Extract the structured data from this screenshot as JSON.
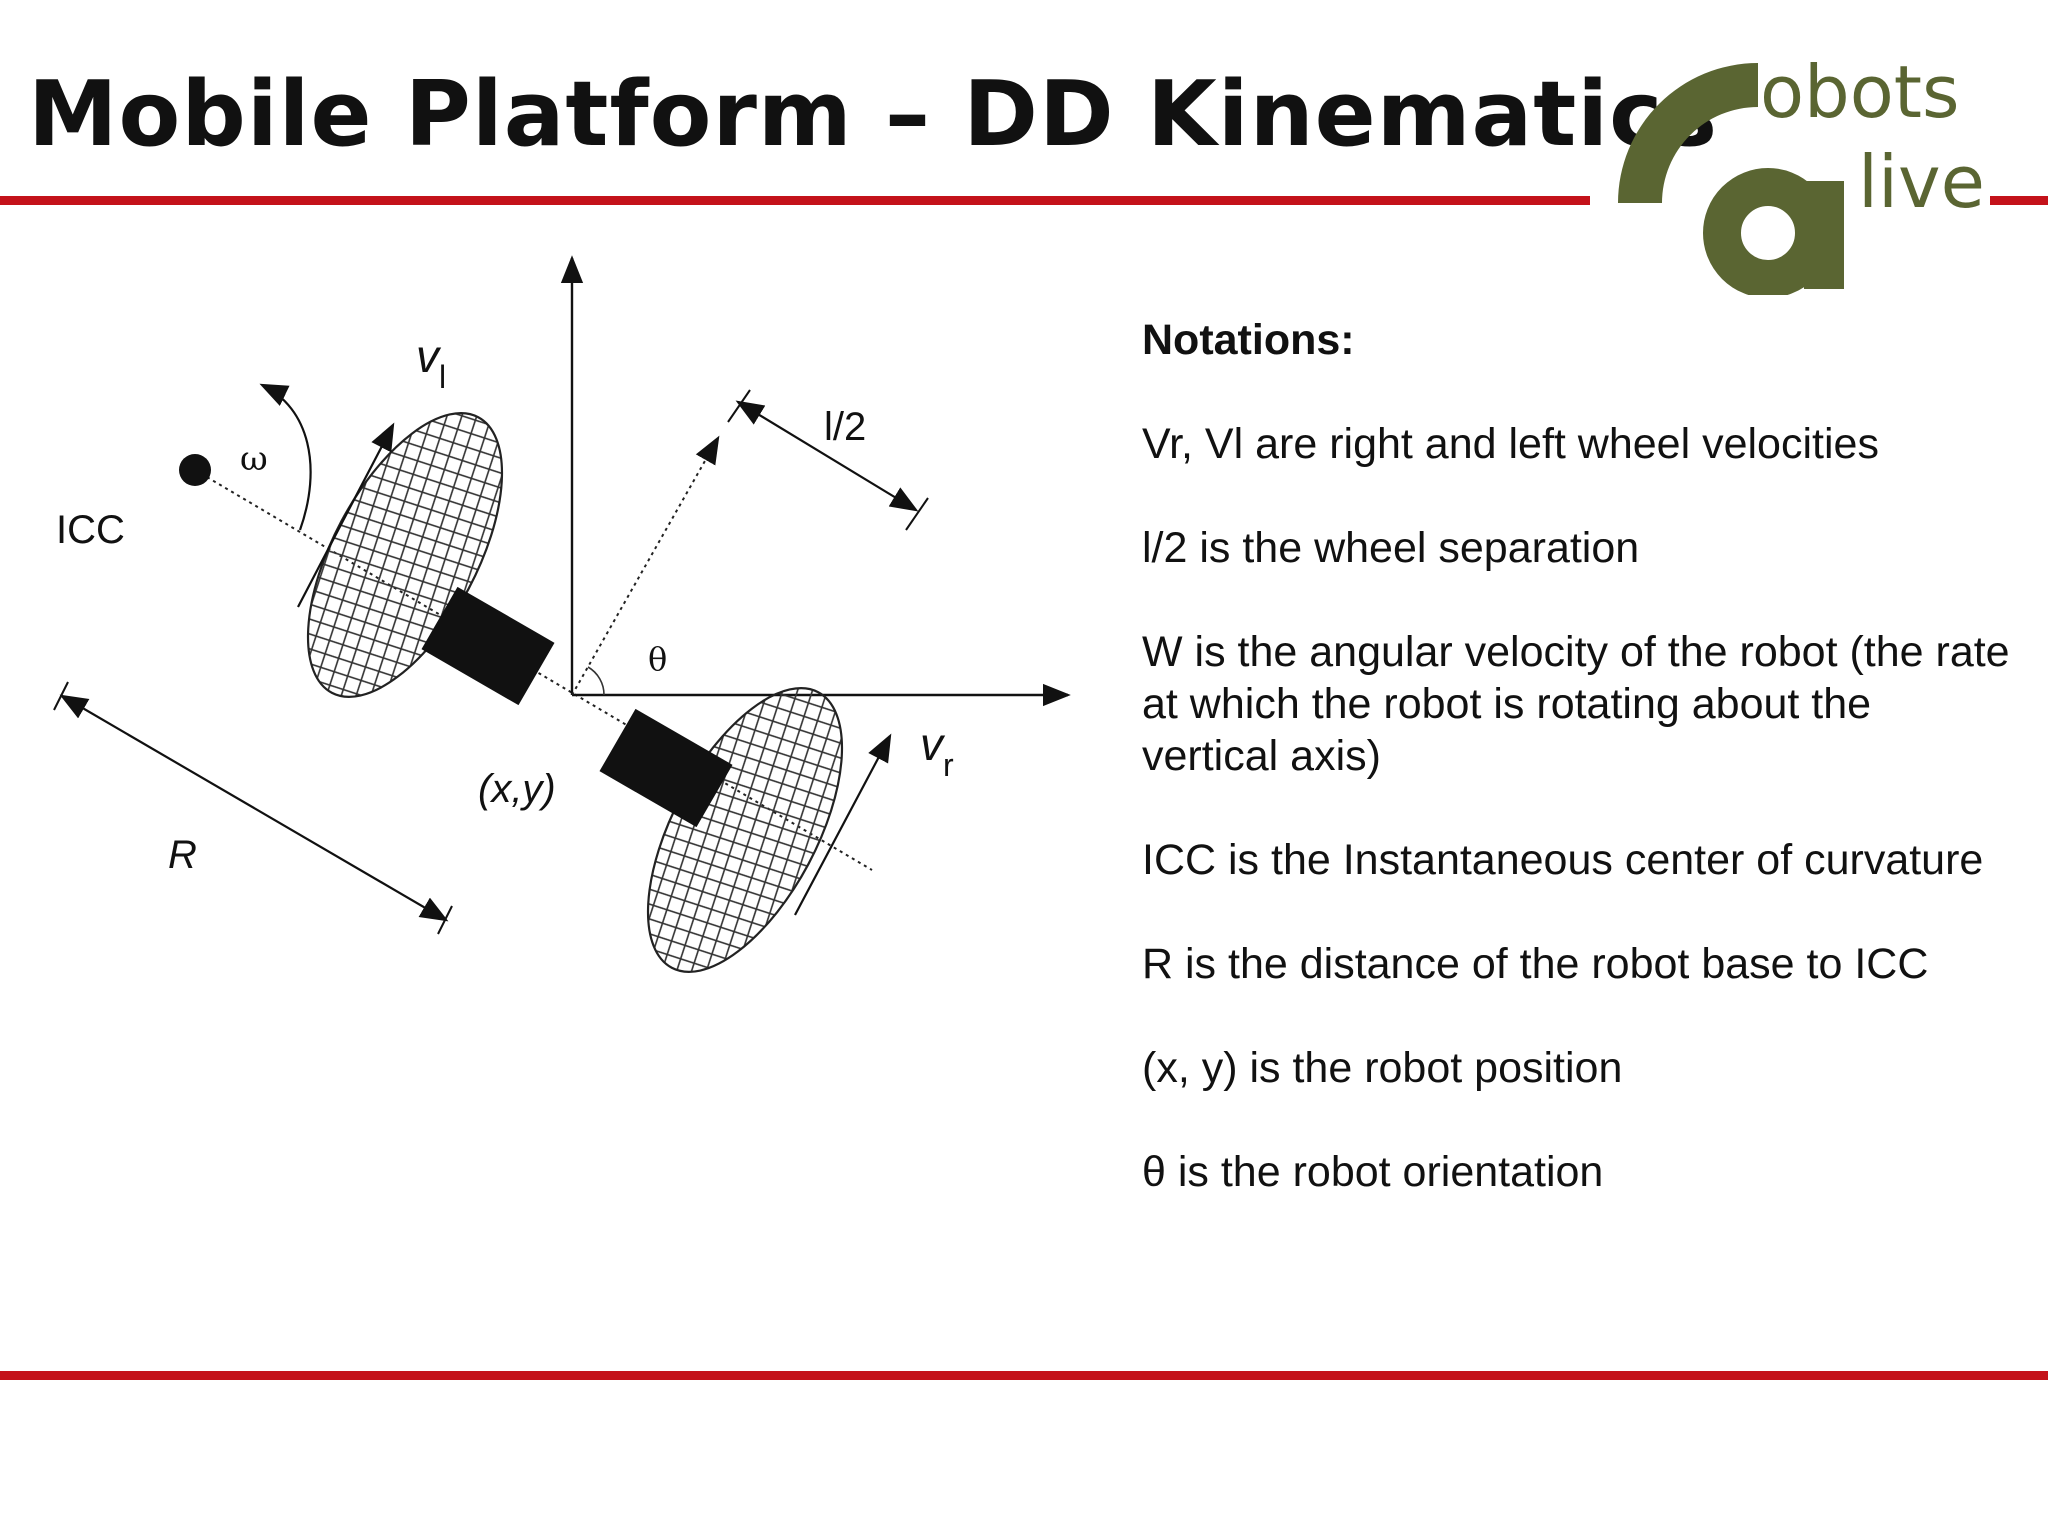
{
  "slide": {
    "title": "Mobile Platform – DD Kinematics"
  },
  "logo": {
    "text_top": "obots",
    "text_bottom": "live",
    "color": "#5a6532"
  },
  "accent_color": "#c4121a",
  "diagram": {
    "labels": {
      "icc": "ICC",
      "omega": "ω",
      "vl_main": "v",
      "vl_sub": "l",
      "half_l": "l/2",
      "theta": "θ",
      "vr_main": "v",
      "vr_sub": "r",
      "xy": "(x,y)",
      "r": "R"
    }
  },
  "notations": {
    "heading": "Notations:",
    "items": [
      "Vr, Vl are right and left wheel velocities",
      "l/2 is the wheel separation",
      "W is the angular velocity of the robot (the rate at which the robot is rotating about the vertical axis)",
      "ICC is the Instantaneous center of curvature",
      "R is the distance of the robot base to ICC",
      "(x, y) is the robot position",
      "θ is the robot orientation"
    ]
  }
}
